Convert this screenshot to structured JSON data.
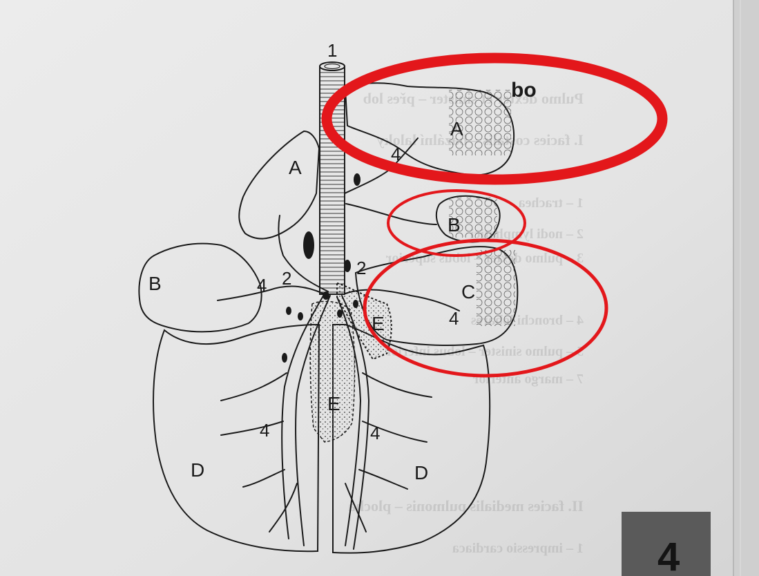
{
  "diagram": {
    "top_label": "1",
    "corner_label": "bo",
    "lobe_labels": {
      "A_left": "A",
      "A_right": "A",
      "B_left": "B",
      "B_right": "B",
      "C_right": "C",
      "D_left": "D",
      "D_right": "D",
      "E_upper": "E",
      "E_lower": "E"
    },
    "number_labels": {
      "two_left": "2",
      "two_right": "2",
      "four_top": "4",
      "four_left": "4",
      "four_right": "4",
      "four_bottom_left": "4",
      "four_bottom_right": "4"
    },
    "highlight_color": "#e3171b"
  },
  "page_badge": "4",
  "bleed_text": [
    "Pulmo dexter et sinister – přes lob",
    "I. facies costalis – bazální laloky",
    "1 – trachea",
    "2 – nodi lymphatici",
    "3 – pulmo dexter – lobus superior",
    "4 – bronchi lobares",
    "5 – pulmo sinister – lobus inferior",
    "7 – margo anterior",
    "II. facies medialis pulmonis – plocha",
    "1 – impressio cardiaca"
  ]
}
